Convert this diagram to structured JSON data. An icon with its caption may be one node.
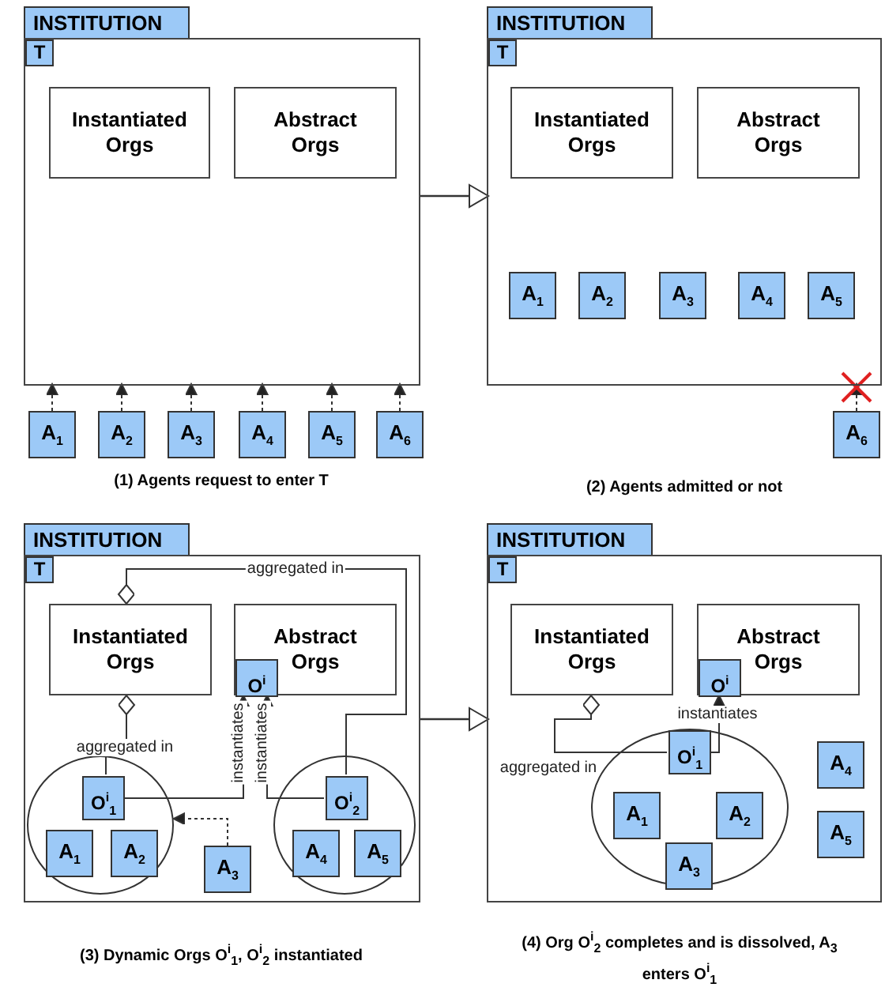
{
  "diagram": {
    "nodes": [
      {
        "text": [
          "INSTITUTION"
        ]
      },
      {
        "text": [
          "T"
        ],
        "in": 0
      },
      {
        "text": [
          "Instantiated Orgs"
        ],
        "in": 0
      },
      {
        "text": [
          "Abstract Orgs"
        ],
        "in": 0
      },
      {
        "text": [
          "A$_{1}$"
        ]
      },
      {
        "text": [
          "A$_{2}$"
        ]
      },
      {
        "text": [
          "A$_{3}$"
        ]
      },
      {
        "text": [
          "A$_{4}$"
        ]
      },
      {
        "text": [
          "A$_{5}$"
        ]
      },
      {
        "text": [
          "A$_{6}$"
        ]
      },
      {
        "text": [
          "INSTITUTION"
        ]
      },
      {
        "text": [
          "T"
        ],
        "in": 10
      },
      {
        "text": [
          "Instantiated Orgs"
        ],
        "in": 10
      },
      {
        "text": [
          "Abstract Orgs"
        ],
        "in": 10
      },
      {
        "text": [
          "A$_{1}$"
        ],
        "in": 10
      },
      {
        "text": [
          "A$_{2}$"
        ],
        "in": 10
      },
      {
        "text": [
          "A$_{3}$"
        ],
        "in": 10
      },
      {
        "text": [
          "A$_{4}$"
        ],
        "in": 10
      },
      {
        "text": [
          "A$_{5}$"
        ],
        "in": 10
      },
      {
        "text": [
          "A$_{6}$"
        ]
      },
      {
        "text": [
          "INSTITUTION"
        ]
      },
      {
        "text": [
          "T"
        ],
        "in": 20
      },
      {
        "text": [
          "Instantiated Orgs"
        ],
        "in": 20
      },
      {
        "text": [
          "Abstract Orgs"
        ],
        "in": 20
      },
      {
        "text": [
          "O$^{i}$"
        ],
        "in": 23
      },
      {
        "text": [],
        "shape": "circle",
        "in": 20
      },
      {
        "text": [
          "O$^{i}$$_{1}$"
        ],
        "in": 25
      },
      {
        "text": [
          "A$_{1}$"
        ],
        "in": 25
      },
      {
        "text": [
          "A$_{2}$"
        ],
        "in": 25
      },
      {
        "text": [
          "A$_{3}$"
        ],
        "in": 20
      },
      {
        "text": [],
        "shape": "circle",
        "in": 20
      },
      {
        "text": [
          "O$^{i}$$_{2}$"
        ],
        "in": 30
      },
      {
        "text": [
          "A$_{4}$"
        ],
        "in": 30
      },
      {
        "text": [
          "A$_{5}$"
        ],
        "in": 30
      },
      {
        "text": [
          "INSTITUTION"
        ]
      },
      {
        "text": [
          "T"
        ],
        "in": 34
      },
      {
        "text": [
          "Instantiated Orgs"
        ],
        "in": 34
      },
      {
        "text": [
          "Abstract Orgs"
        ],
        "in": 34
      },
      {
        "text": [
          "O$^{i}$"
        ],
        "in": 37
      },
      {
        "text": [],
        "shape": "circle",
        "in": 34
      },
      {
        "text": [
          "O$^{i}$$_{1}$"
        ],
        "in": 39
      },
      {
        "text": [
          "A$_{1}$"
        ],
        "in": 39
      },
      {
        "text": [
          "A$_{2}$"
        ],
        "in": 39
      },
      {
        "text": [
          "A$_{3}$"
        ],
        "in": 39
      },
      {
        "text": [
          "A$_{4}$"
        ],
        "in": 34
      },
      {
        "text": [
          "A$_{5}$"
        ],
        "in": 34
      }
    ],
    "edges": [
      {
        "from": 4,
        "to": 0,
        "arrow": "to",
        "style": "dashed"
      },
      {
        "from": 5,
        "to": 0,
        "arrow": "to",
        "style": "dashed"
      },
      {
        "from": 6,
        "to": 0,
        "arrow": "to",
        "style": "dashed"
      },
      {
        "from": 7,
        "to": 0,
        "arrow": "to",
        "style": "dashed"
      },
      {
        "from": 8,
        "to": 0,
        "arrow": "to",
        "style": "dashed"
      },
      {
        "from": 9,
        "to": 0,
        "arrow": "to",
        "style": "dashed"
      },
      {
        "from": 0,
        "to": 10,
        "arrow": "to"
      },
      {
        "from": 19,
        "to": 10,
        "arrow": "to",
        "style": "dashed"
      },
      {
        "from": 26,
        "to": 22,
        "arrow": "other",
        "label": "aggregated in"
      },
      {
        "from": 31,
        "to": 22,
        "arrow": "other",
        "label": "aggregated in"
      },
      {
        "from": 26,
        "to": 24,
        "arrow": "to",
        "label": "instantiates"
      },
      {
        "from": 31,
        "to": 24,
        "arrow": "to",
        "label": "instantiates"
      },
      {
        "from": 29,
        "to": 25,
        "arrow": "to",
        "style": "dashed"
      },
      {
        "from": 20,
        "to": 34,
        "arrow": "to"
      },
      {
        "from": 40,
        "to": 36,
        "arrow": "other",
        "label": "aggregated in"
      },
      {
        "from": 40,
        "to": 38,
        "arrow": "to",
        "label": "instantiates"
      }
    ],
    "labels": [
      "(1) Agents request to enter T",
      "(2) Agents admitted or not",
      "(3) Dynamic Orgs  O$^{i}$$_{1}$, O$^{i}$$_{2}$ instantiated",
      "(4)  Org O$^{i}$$_{2}$ completes and is dissolved, A$_{3}$ enters O$^{i}$$_{1}$"
    ]
  }
}
